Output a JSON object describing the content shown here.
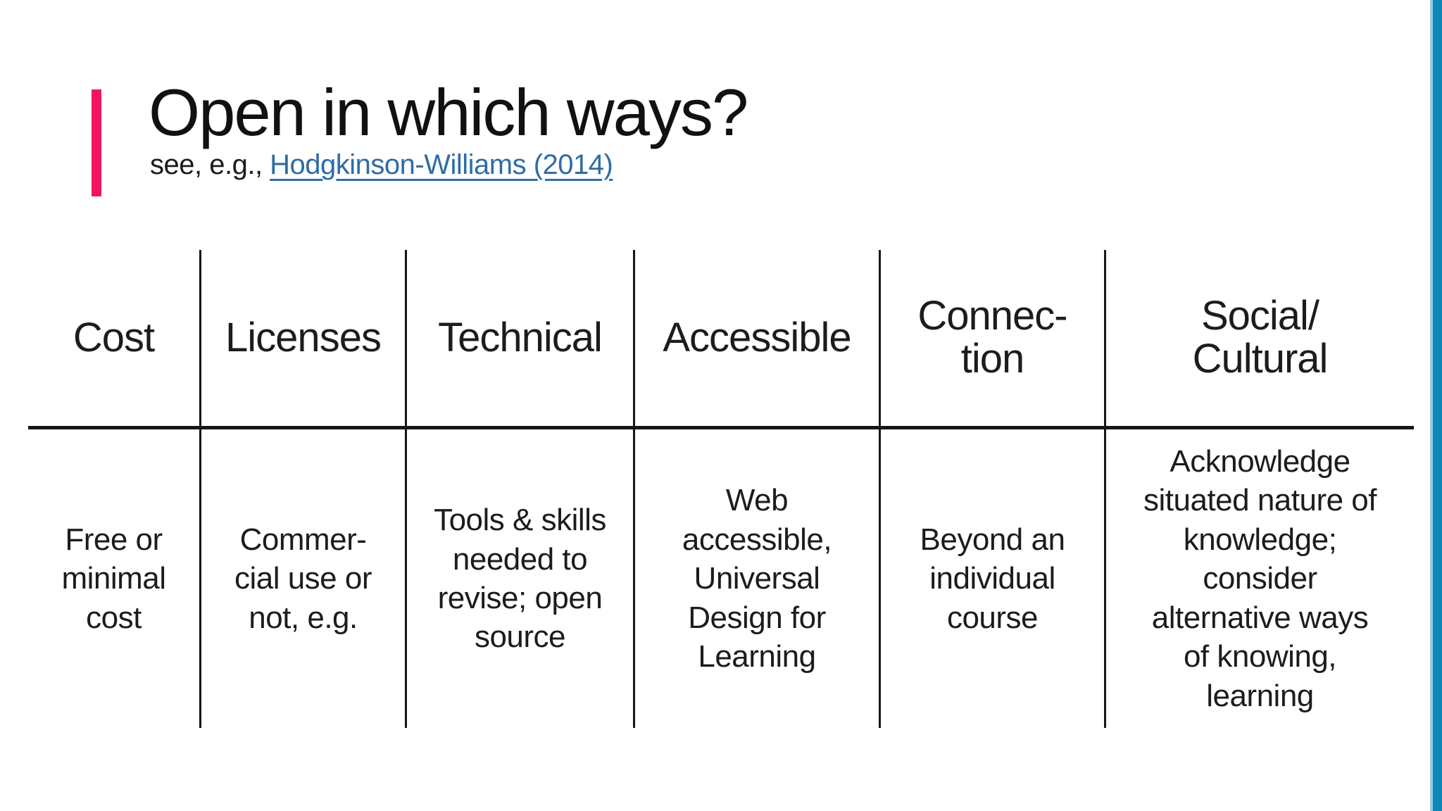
{
  "slide": {
    "title": "Open in which ways?",
    "subtitle": {
      "prefix": "see, e.g., ",
      "link_text": "Hodgkinson-Williams (2014)"
    }
  },
  "table": {
    "columns": [
      {
        "header": "Cost",
        "body": "Free or\nminimal\ncost"
      },
      {
        "header": "Licenses",
        "body": "Commer-\ncial use or\nnot, e.g."
      },
      {
        "header": "Technical",
        "body": "Tools & skills\nneeded to\nrevise; open\nsource"
      },
      {
        "header": "Accessible",
        "body": "Web\naccessible,\nUniversal\nDesign for\nLearning"
      },
      {
        "header": "Connec-\ntion",
        "body": "Beyond an\nindividual\ncourse"
      },
      {
        "header": "Social/\nCultural",
        "body": "Acknowledge\nsituated nature of\nknowledge;\nconsider\nalternative ways\nof knowing,\nlearning"
      }
    ]
  },
  "colors": {
    "title_accent_bar": "#F2155B",
    "right_edge_bar": "#0F85B8",
    "right_edge_bar_highlight": "#8ECBE0",
    "link": "#2E6DA4",
    "text": "#1C1C1C",
    "table_lines": "#161616"
  }
}
